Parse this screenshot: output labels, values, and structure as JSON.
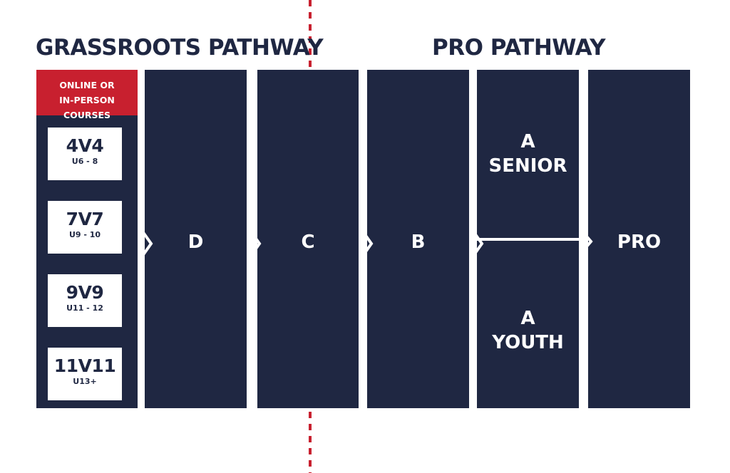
{
  "headings": {
    "grassroots": "GRASSROOTS PATHWAY",
    "pro": "PRO PATHWAY"
  },
  "grassroots": {
    "header_line1": "ONLINE OR",
    "header_line2": "IN-PERSON COURSES",
    "formats": [
      {
        "name": "4V4",
        "ages": "U6 - 8"
      },
      {
        "name": "7V7",
        "ages": "U9 - 10"
      },
      {
        "name": "9V9",
        "ages": "U11 - 12"
      },
      {
        "name": "11V11",
        "ages": "U13+"
      }
    ]
  },
  "levels": {
    "d": "D",
    "c": "C",
    "b": "B",
    "a_senior": {
      "line1": "A",
      "line2": "SENIOR"
    },
    "a_youth": {
      "line1": "A",
      "line2": "YOUTH"
    },
    "pro": "PRO"
  },
  "colors": {
    "navy": "#1f2742",
    "red": "#c8202f",
    "white": "#ffffff"
  }
}
